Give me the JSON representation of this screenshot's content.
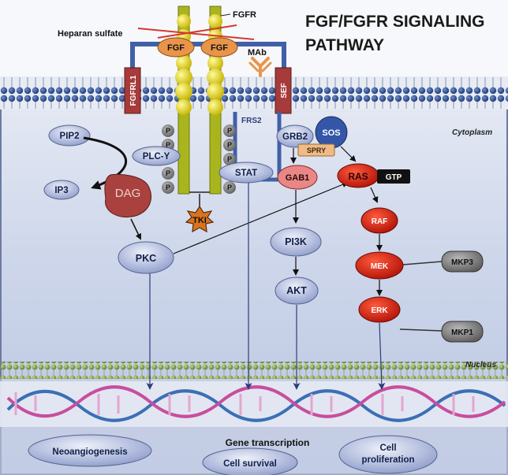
{
  "title_line1": "FGF/FGFR SIGNALING",
  "title_line2": "PATHWAY",
  "labels": {
    "heparan_sulfate": "Heparan sulfate",
    "fgfr": "FGFR",
    "fgf_left": "FGF",
    "fgf_right": "FGF",
    "mab": "MAb",
    "fgfrl1": "FGFRL1",
    "sef": "SEF",
    "frs2": "FRS2",
    "cytoplasm": "Cytoplasm",
    "nucleus": "Nucleus",
    "gene_transcription": "Gene transcription",
    "p": "P"
  },
  "nodes": {
    "pip2": "PIP2",
    "plcy": "PLC-Y",
    "ip3": "IP3",
    "dag": "DAG",
    "pkc": "PKC",
    "tki": "TKI",
    "stat": "STAT",
    "grb2": "GRB2",
    "sos": "SOS",
    "spry": "SPRY",
    "gab1": "GAB1",
    "ras": "RAS",
    "gtp": "GTP",
    "raf": "RAF",
    "mek": "MEK",
    "erk": "ERK",
    "mkp3": "MKP3",
    "mkp1": "MKP1",
    "pi3k": "PI3K",
    "akt": "AKT"
  },
  "outcomes": {
    "neoangiogenesis": "Neoangiogenesis",
    "cell_survival": "Cell survival",
    "cell_proliferation_1": "Cell",
    "cell_proliferation_2": "proliferation"
  },
  "colors": {
    "membrane_head": "#2f4f8a",
    "receptor": "#a8b41a",
    "ball": "#f2e21a",
    "fgf": "#e8954a",
    "erk_pathway": "#d42418",
    "pill": "#aab6dc",
    "nuclear_membrane": "#8aa24a"
  }
}
